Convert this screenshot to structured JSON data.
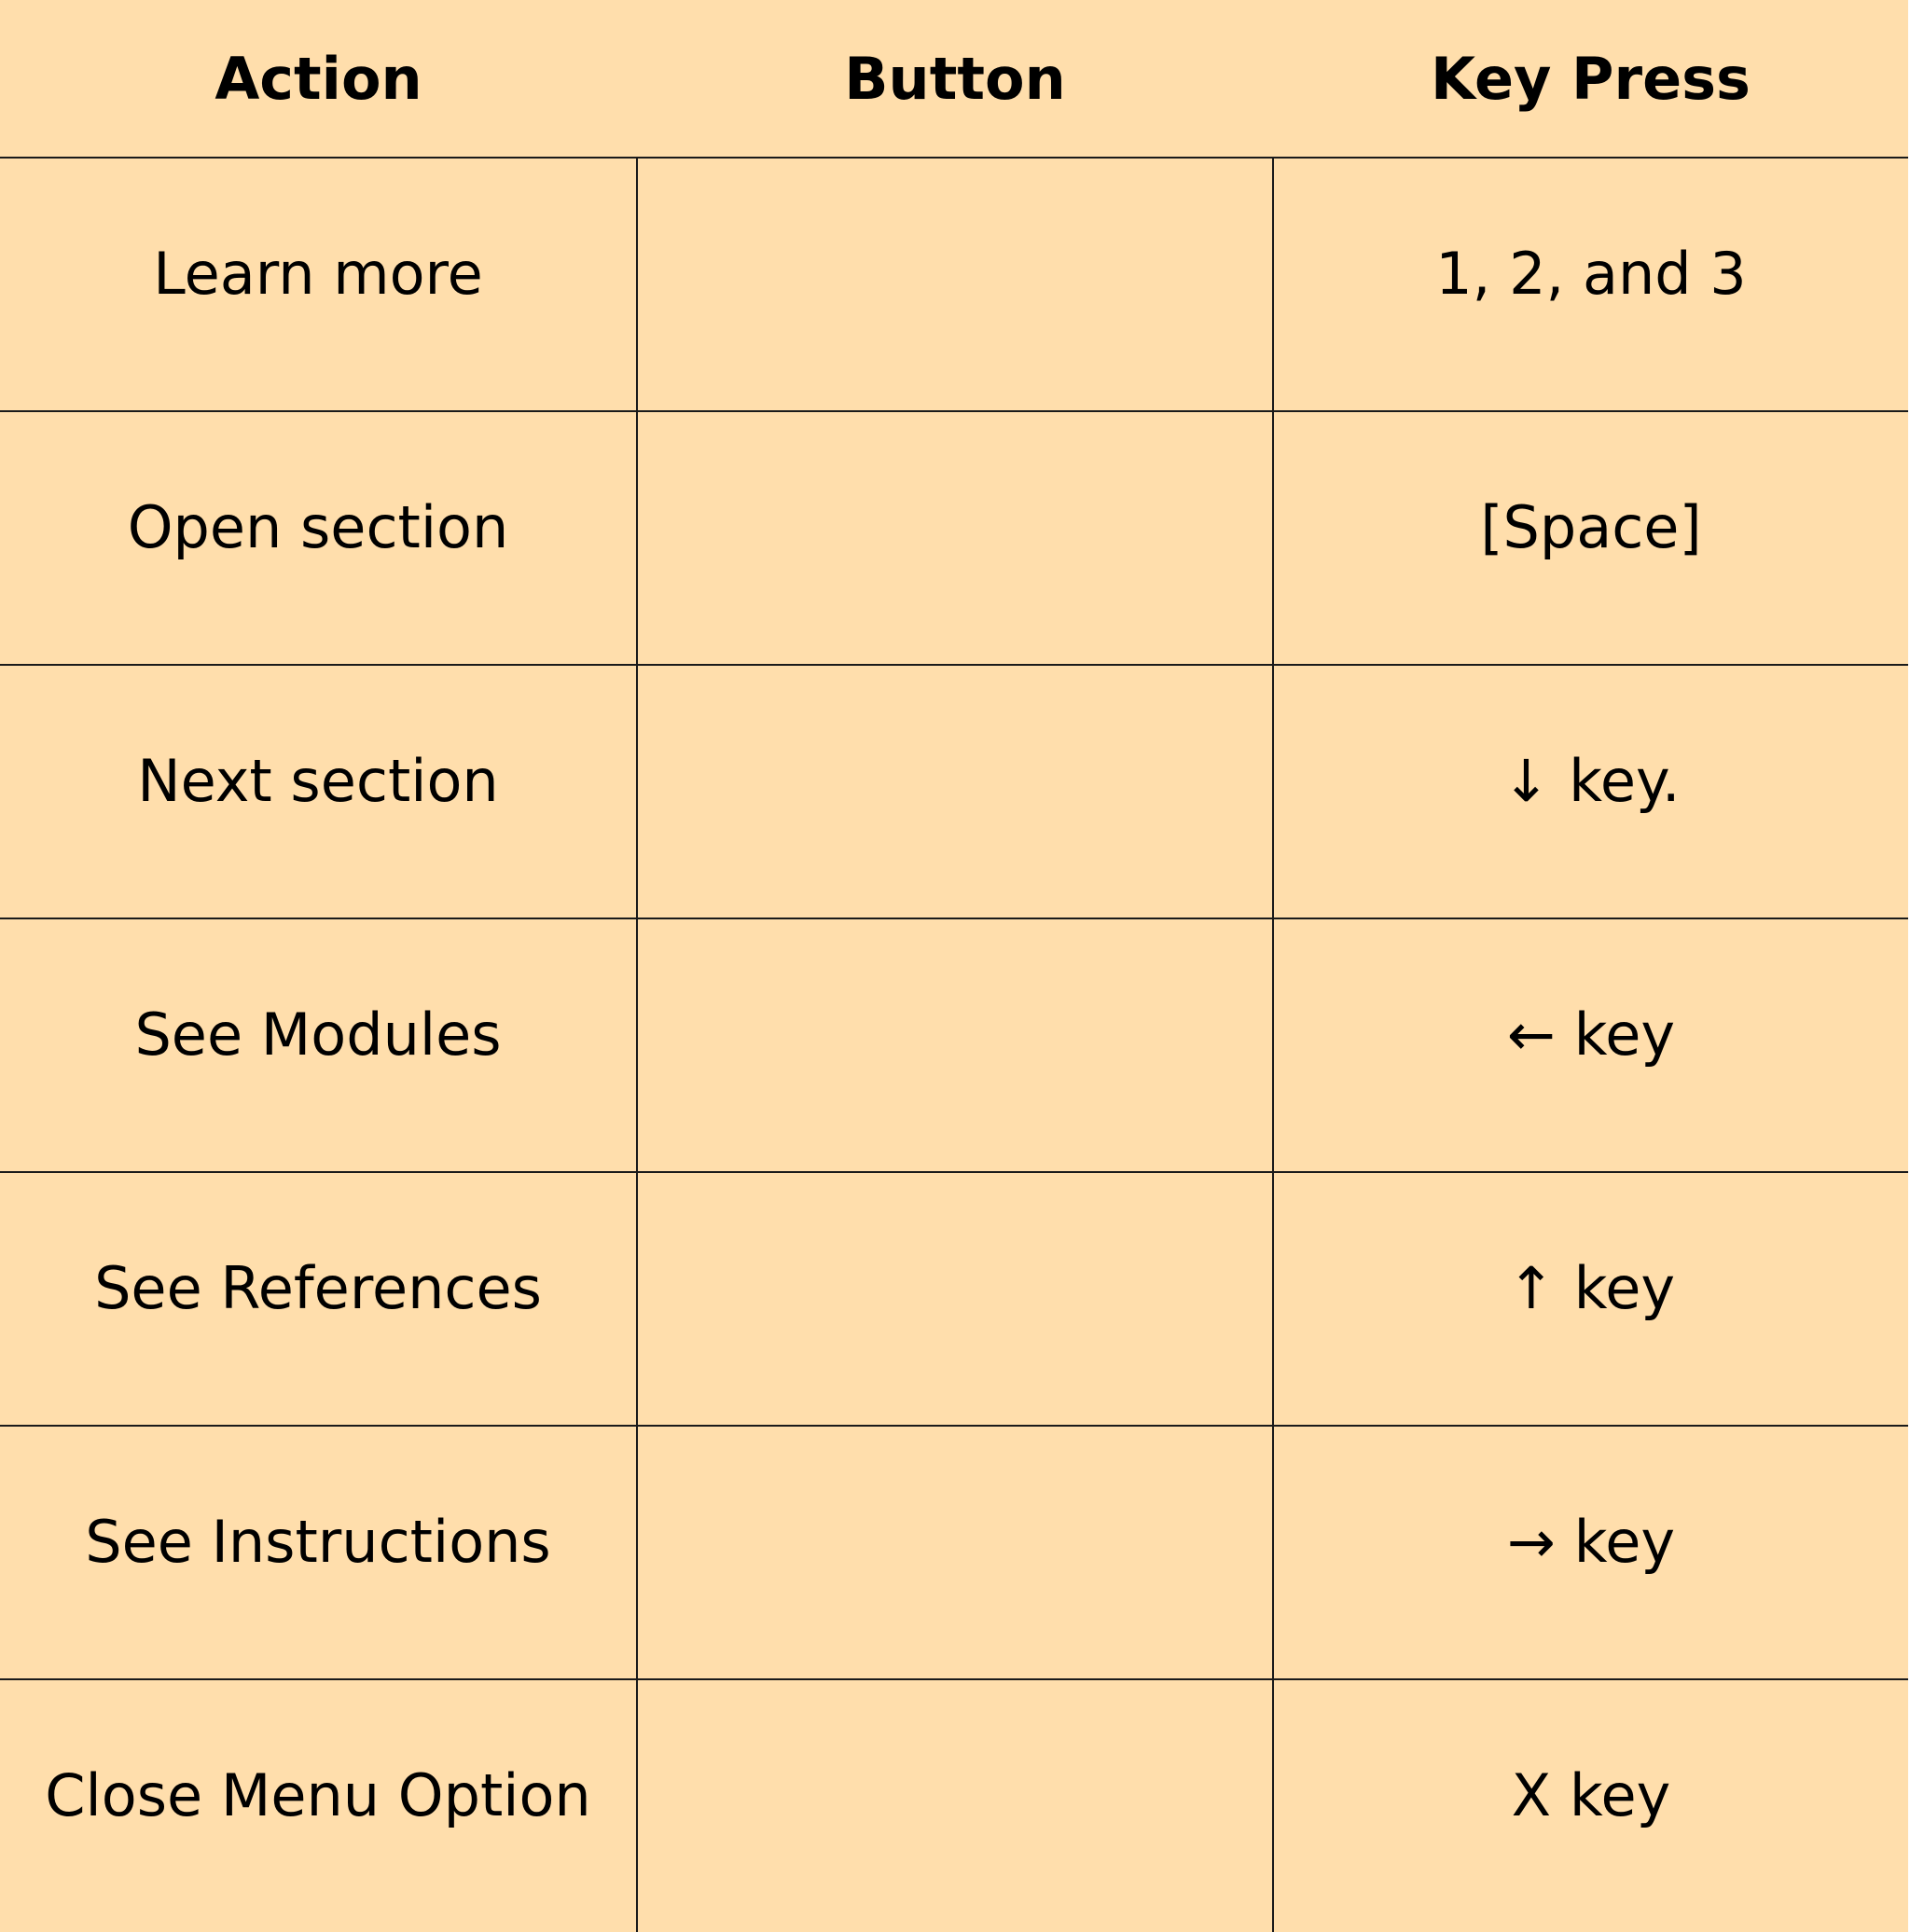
{
  "colors": {
    "background": "#ffdeac",
    "grid_lines": "#1a1a1a",
    "text": "#000000"
  },
  "table": {
    "headers": [
      "Action",
      "Button",
      "Key Press"
    ],
    "rows": [
      {
        "action": "Learn more",
        "button": "",
        "key_press": "1, 2, and 3"
      },
      {
        "action": "Open section",
        "button": "",
        "key_press": "[Space]"
      },
      {
        "action": "Next section",
        "button": "",
        "key_press": "↓ key."
      },
      {
        "action": "See Modules",
        "button": "",
        "key_press": "← key"
      },
      {
        "action": "See References",
        "button": "",
        "key_press": "↑ key"
      },
      {
        "action": "See Instructions",
        "button": "",
        "key_press": "→ key"
      },
      {
        "action": "Close Menu Option",
        "button": "",
        "key_press": "X key"
      }
    ]
  }
}
